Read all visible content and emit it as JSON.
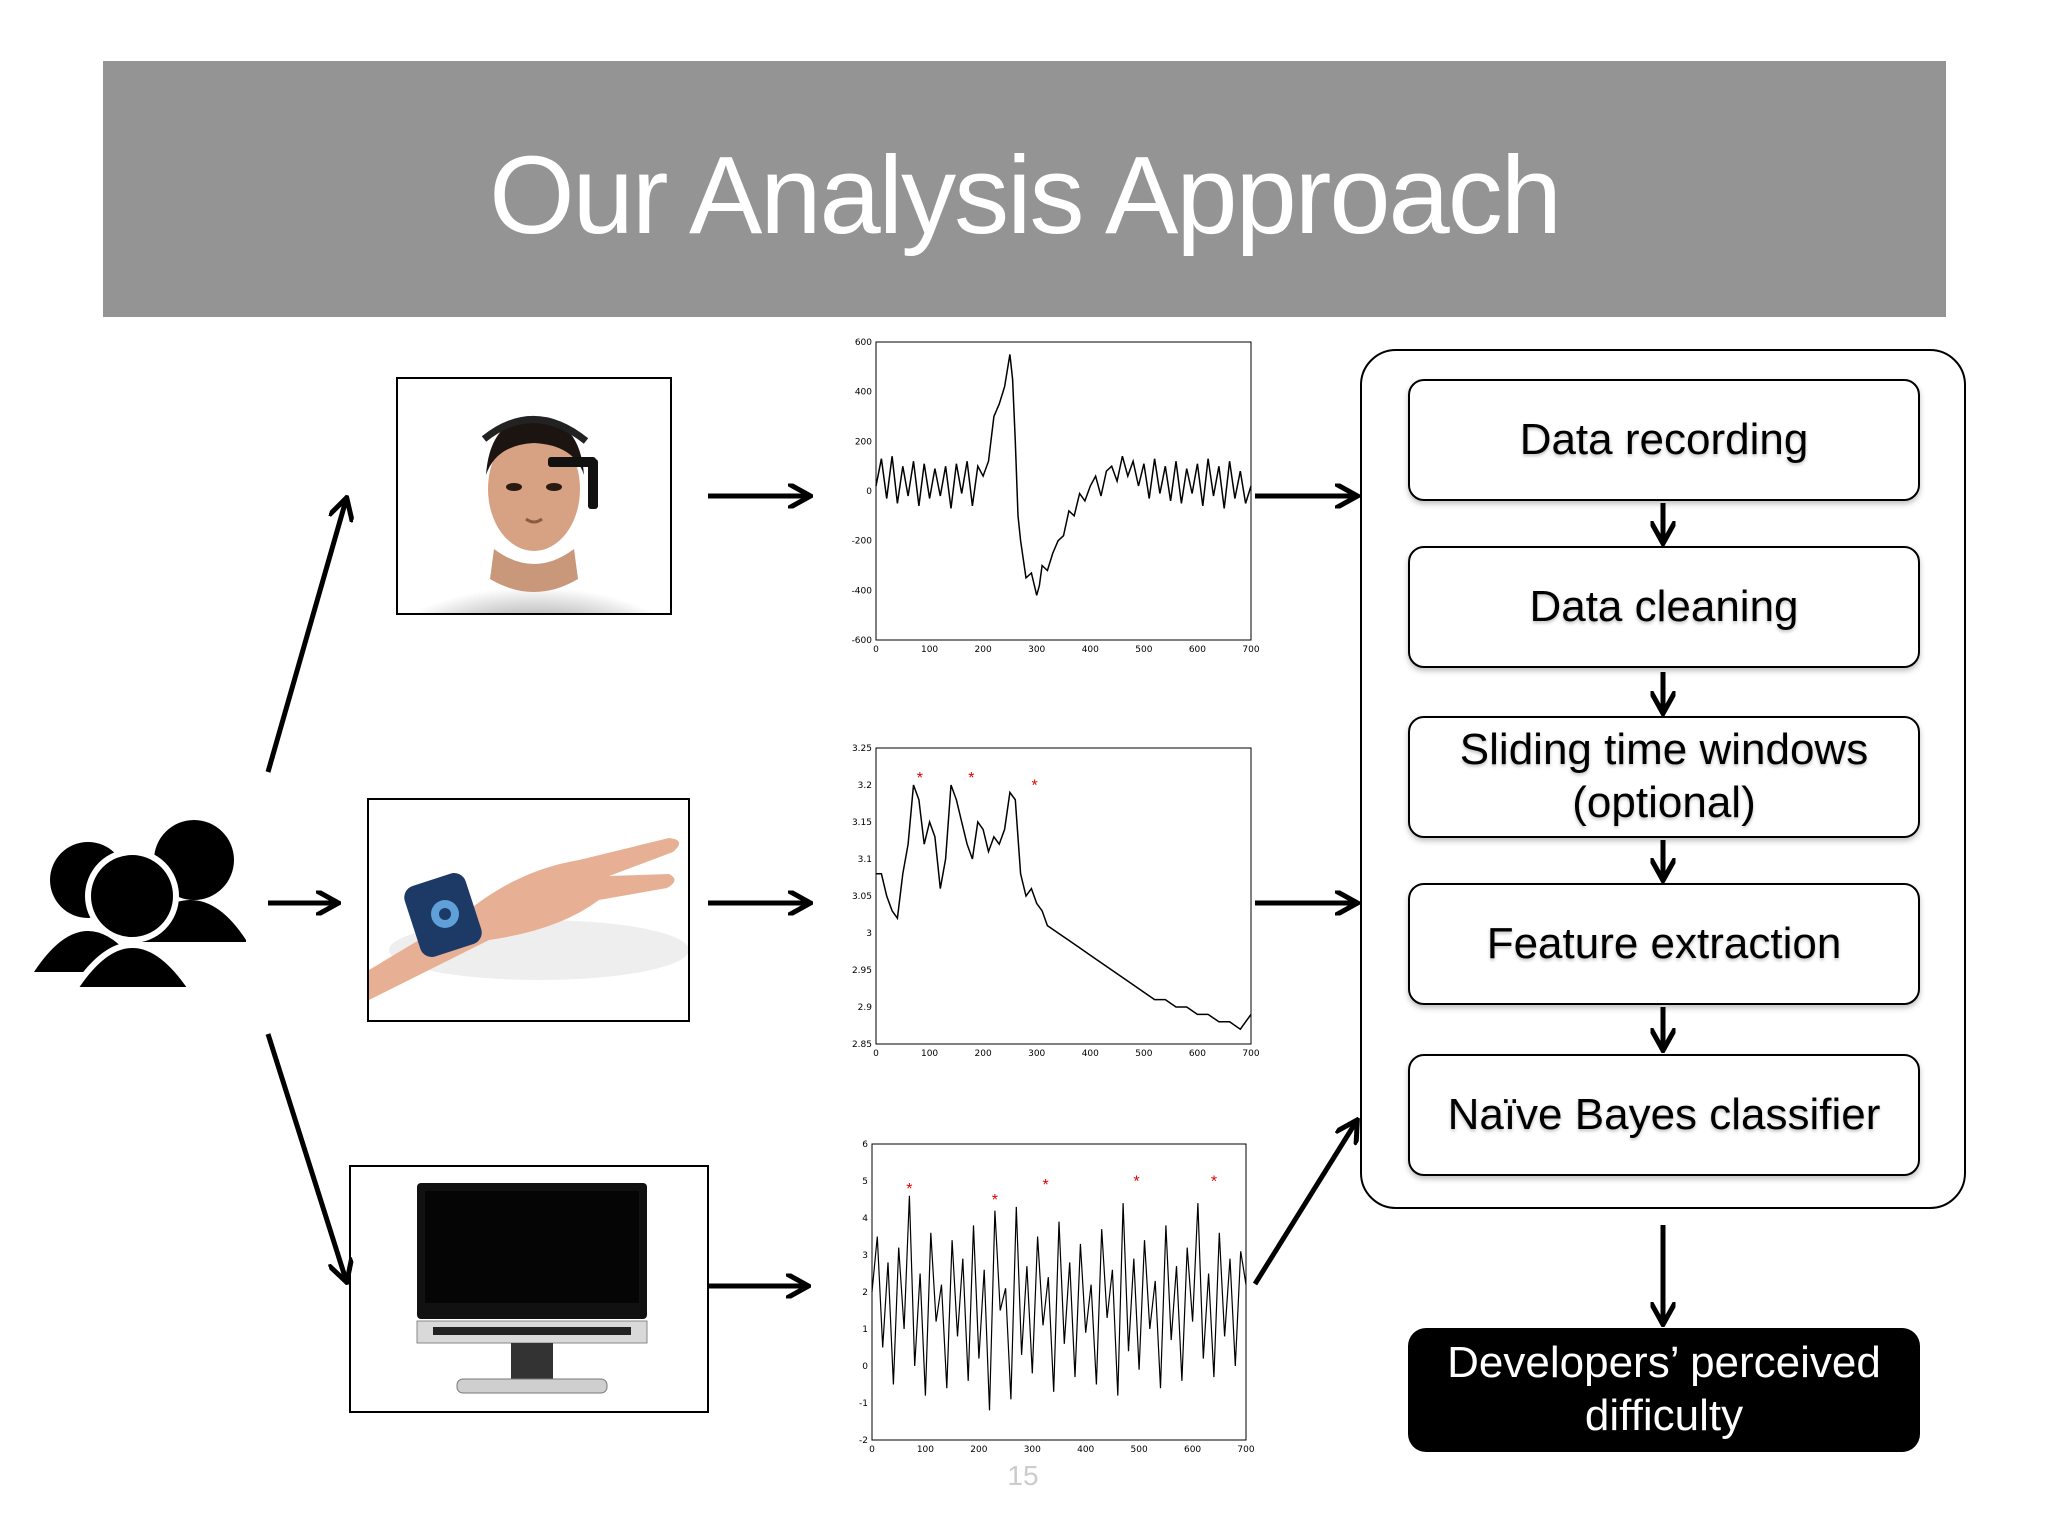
{
  "slide": {
    "title": "Our Analysis Approach",
    "page_number": "15"
  },
  "colors": {
    "banner": "#949494",
    "marker": "#e00000"
  },
  "icons": [
    "people-icon",
    "eeg-headset-photo",
    "wrist-sensor-photo",
    "eye-tracker-monitor-photo"
  ],
  "pipeline": {
    "steps": [
      "Data recording",
      "Data cleaning",
      "Sliding time windows (optional)",
      "Feature extraction",
      "Naïve Bayes classifier"
    ],
    "output": "Developers’ perceived difficulty"
  },
  "charts": {
    "eeg": {
      "x_ticks": [
        "0",
        "100",
        "200",
        "300",
        "400",
        "500",
        "600",
        "700"
      ],
      "y_ticks": [
        "600",
        "400",
        "200",
        "0",
        "-200",
        "-400",
        "-600"
      ]
    },
    "eda": {
      "x_ticks": [
        "0",
        "100",
        "200",
        "300",
        "400",
        "500",
        "600",
        "700"
      ],
      "y_ticks": [
        "3.25",
        "3.2",
        "3.15",
        "3.1",
        "3.05",
        "3",
        "2.95",
        "2.9",
        "2.85"
      ]
    },
    "eye": {
      "x_ticks": [
        "0",
        "100",
        "200",
        "300",
        "400",
        "500",
        "600",
        "700"
      ],
      "y_ticks": [
        "6",
        "5",
        "4",
        "3",
        "2",
        "1",
        "0",
        "-1",
        "-2"
      ]
    }
  },
  "chart_data": [
    {
      "type": "line",
      "name": "eeg",
      "xlim": [
        0,
        700
      ],
      "ylim": [
        -600,
        600
      ],
      "series": [
        {
          "x": [
            0,
            10,
            20,
            30,
            40,
            50,
            60,
            70,
            80,
            90,
            100,
            110,
            120,
            130,
            140,
            150,
            160,
            170,
            180,
            190,
            200,
            210,
            220,
            230,
            240,
            250,
            255,
            260,
            265,
            270,
            280,
            290,
            300,
            305,
            310,
            320,
            330,
            340,
            350,
            360,
            370,
            380,
            390,
            400,
            410,
            420,
            430,
            440,
            450,
            460,
            470,
            480,
            490,
            500,
            510,
            520,
            530,
            540,
            550,
            560,
            570,
            580,
            590,
            600,
            610,
            620,
            630,
            640,
            650,
            660,
            670,
            680,
            690,
            700
          ],
          "y": [
            20,
            130,
            -30,
            140,
            -50,
            100,
            -20,
            120,
            -60,
            110,
            -30,
            90,
            -20,
            100,
            -70,
            110,
            -10,
            120,
            -60,
            100,
            60,
            120,
            300,
            350,
            420,
            550,
            450,
            200,
            -100,
            -200,
            -350,
            -330,
            -420,
            -380,
            -300,
            -320,
            -250,
            -200,
            -180,
            -80,
            -100,
            -10,
            -40,
            20,
            60,
            -20,
            80,
            100,
            40,
            140,
            60,
            120,
            20,
            110,
            -30,
            130,
            -10,
            100,
            -40,
            120,
            -50,
            90,
            -10,
            110,
            -60,
            130,
            -20,
            100,
            -70,
            120,
            -30,
            80,
            -50,
            20
          ]
        }
      ]
    },
    {
      "type": "line",
      "name": "eda",
      "xlim": [
        0,
        700
      ],
      "ylim": [
        2.85,
        3.25
      ],
      "series": [
        {
          "x": [
            0,
            10,
            20,
            30,
            40,
            50,
            60,
            70,
            80,
            90,
            100,
            110,
            120,
            130,
            140,
            150,
            160,
            170,
            180,
            190,
            200,
            210,
            220,
            230,
            240,
            250,
            260,
            270,
            280,
            290,
            300,
            310,
            320,
            340,
            360,
            380,
            400,
            420,
            440,
            460,
            480,
            500,
            520,
            540,
            560,
            580,
            600,
            620,
            640,
            660,
            680,
            700
          ],
          "y": [
            3.08,
            3.08,
            3.05,
            3.03,
            3.02,
            3.08,
            3.12,
            3.2,
            3.18,
            3.12,
            3.15,
            3.13,
            3.06,
            3.1,
            3.2,
            3.18,
            3.15,
            3.12,
            3.1,
            3.15,
            3.14,
            3.11,
            3.13,
            3.12,
            3.14,
            3.19,
            3.18,
            3.08,
            3.05,
            3.06,
            3.04,
            3.03,
            3.01,
            3.0,
            2.99,
            2.98,
            2.97,
            2.96,
            2.95,
            2.94,
            2.93,
            2.92,
            2.91,
            2.91,
            2.9,
            2.9,
            2.89,
            2.89,
            2.88,
            2.88,
            2.87,
            2.89
          ]
        }
      ],
      "markers": [
        {
          "x": 82,
          "y": 3.2
        },
        {
          "x": 178,
          "y": 3.2
        },
        {
          "x": 296,
          "y": 3.19
        }
      ]
    },
    {
      "type": "line",
      "name": "eye",
      "xlim": [
        0,
        700
      ],
      "ylim": [
        -2,
        6
      ],
      "series": [
        {
          "x": [
            0,
            10,
            20,
            30,
            40,
            50,
            60,
            70,
            80,
            90,
            100,
            110,
            120,
            130,
            140,
            150,
            160,
            170,
            180,
            190,
            200,
            210,
            220,
            230,
            240,
            250,
            260,
            270,
            280,
            290,
            300,
            310,
            320,
            330,
            340,
            350,
            360,
            370,
            380,
            390,
            400,
            410,
            420,
            430,
            440,
            450,
            460,
            470,
            480,
            490,
            500,
            510,
            520,
            530,
            540,
            550,
            560,
            570,
            580,
            590,
            600,
            610,
            620,
            630,
            640,
            650,
            660,
            670,
            680,
            690,
            700
          ],
          "y": [
            2,
            3.5,
            0.5,
            2.8,
            -0.5,
            3.2,
            1,
            4.6,
            0,
            2.5,
            -0.8,
            3.6,
            1.2,
            2.2,
            -0.6,
            3.4,
            0.8,
            2.9,
            -0.4,
            3.8,
            0.2,
            2.6,
            -1.2,
            4.2,
            1.5,
            2.1,
            -0.9,
            4.3,
            0.3,
            2.7,
            -0.2,
            3.5,
            1.1,
            2.4,
            -0.7,
            3.9,
            0.6,
            2.8,
            -0.3,
            3.3,
            0.9,
            2.2,
            -0.5,
            3.7,
            1.3,
            2.6,
            -0.8,
            4.4,
            0.4,
            2.9,
            -0.1,
            3.4,
            1.0,
            2.3,
            -0.6,
            3.8,
            0.7,
            2.7,
            -0.4,
            3.2,
            1.2,
            4.4,
            0.2,
            2.5,
            -0.3,
            3.6,
            0.8,
            2.9,
            0.0,
            3.1,
            2.2
          ]
        }
      ],
      "markers": [
        {
          "x": 70,
          "y": 4.6
        },
        {
          "x": 230,
          "y": 4.3
        },
        {
          "x": 325,
          "y": 4.7
        },
        {
          "x": 495,
          "y": 4.8
        },
        {
          "x": 640,
          "y": 4.8
        }
      ]
    }
  ]
}
